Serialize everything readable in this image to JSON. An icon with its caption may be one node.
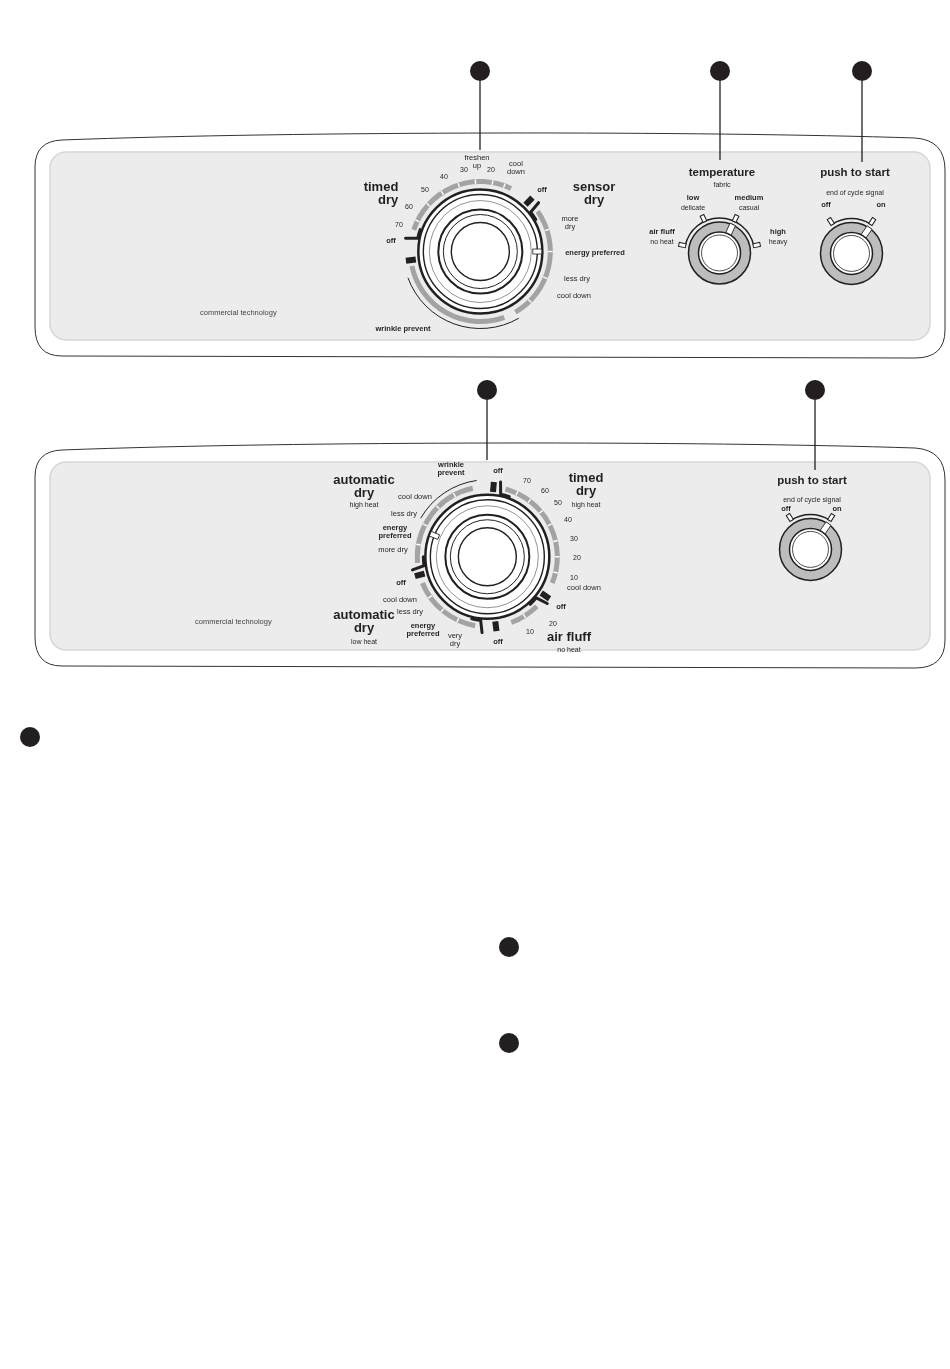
{
  "diagram": {
    "nodes": [
      {
        "text": [],
        "shape": "circle"
      },
      {
        "text": [],
        "shape": "circle"
      },
      {
        "text": [],
        "shape": "circle"
      },
      {
        "text": [
          "freshen up",
          "30",
          "20",
          "cool down",
          "40",
          "timed dry",
          "50",
          "off",
          "60",
          "sensor dry",
          "70",
          "more dry",
          "off",
          "energy preferred",
          "less dry",
          "cool down",
          "wrinkle prevent"
        ]
      },
      {
        "text": [
          "temperature",
          "fabric",
          "low",
          "delicate",
          "medium",
          "casual",
          "air fluff",
          "no heat",
          "high",
          "heavy"
        ]
      },
      {
        "text": [
          "push to start",
          "end of cycle signal",
          "off",
          "on"
        ]
      },
      {
        "text": [],
        "shape": "circle"
      },
      {
        "text": [],
        "shape": "circle"
      },
      {
        "text": [
          "automatic dry",
          "high heat",
          "wrinkle prevent",
          "off",
          "70",
          "timed dry",
          "high heat",
          "cool down",
          "60",
          "50",
          "less dry",
          "40",
          "energy preferred",
          "30",
          "more dry",
          "20",
          "off",
          "10",
          "cool down",
          "cool down",
          "off",
          "less dry",
          "automatic dry",
          "energy preferred",
          "20",
          "very dry",
          "10",
          "low heat",
          "off",
          "air fluff",
          "no heat"
        ]
      },
      {
        "text": [
          "push to start",
          "end of cycle signal",
          "off",
          "on"
        ]
      },
      {
        "text": [],
        "shape": "circle"
      },
      {
        "text": [],
        "shape": "circle"
      },
      {
        "text": [],
        "shape": "circle"
      }
    ],
    "edges": [
      {
        "from": 0,
        "to": 3,
        "arrow": "none"
      },
      {
        "from": 1,
        "to": 4,
        "arrow": "none"
      },
      {
        "from": 2,
        "to": 5,
        "arrow": "none"
      },
      {
        "from": 6,
        "to": 8,
        "arrow": "none"
      },
      {
        "from": 7,
        "to": 9,
        "arrow": "none"
      }
    ],
    "labels": [
      "commercial technology",
      "commercial technology"
    ]
  }
}
